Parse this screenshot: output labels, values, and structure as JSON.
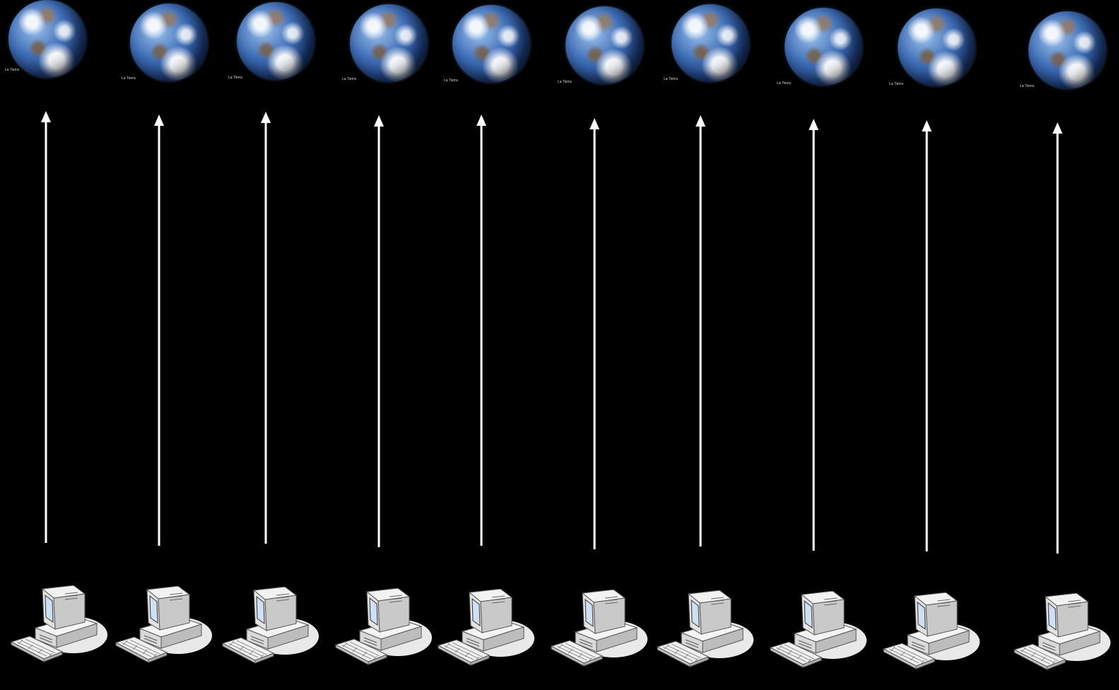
{
  "diagram": {
    "columns": [
      {
        "earth_label": "La Tierra"
      },
      {
        "earth_label": "La Tierra"
      },
      {
        "earth_label": "La Tierra"
      },
      {
        "earth_label": "La Tierra"
      },
      {
        "earth_label": "La Tierra"
      },
      {
        "earth_label": "La Tierra"
      },
      {
        "earth_label": "La Tierra"
      },
      {
        "earth_label": "La Tierra"
      },
      {
        "earth_label": "La Tierra"
      },
      {
        "earth_label": "La Tierra"
      }
    ]
  },
  "colors": {
    "background": "#000000",
    "arrow": "#ffffff"
  },
  "icons": {
    "top": "earth-globe-icon",
    "bottom": "desktop-computer-icon"
  }
}
